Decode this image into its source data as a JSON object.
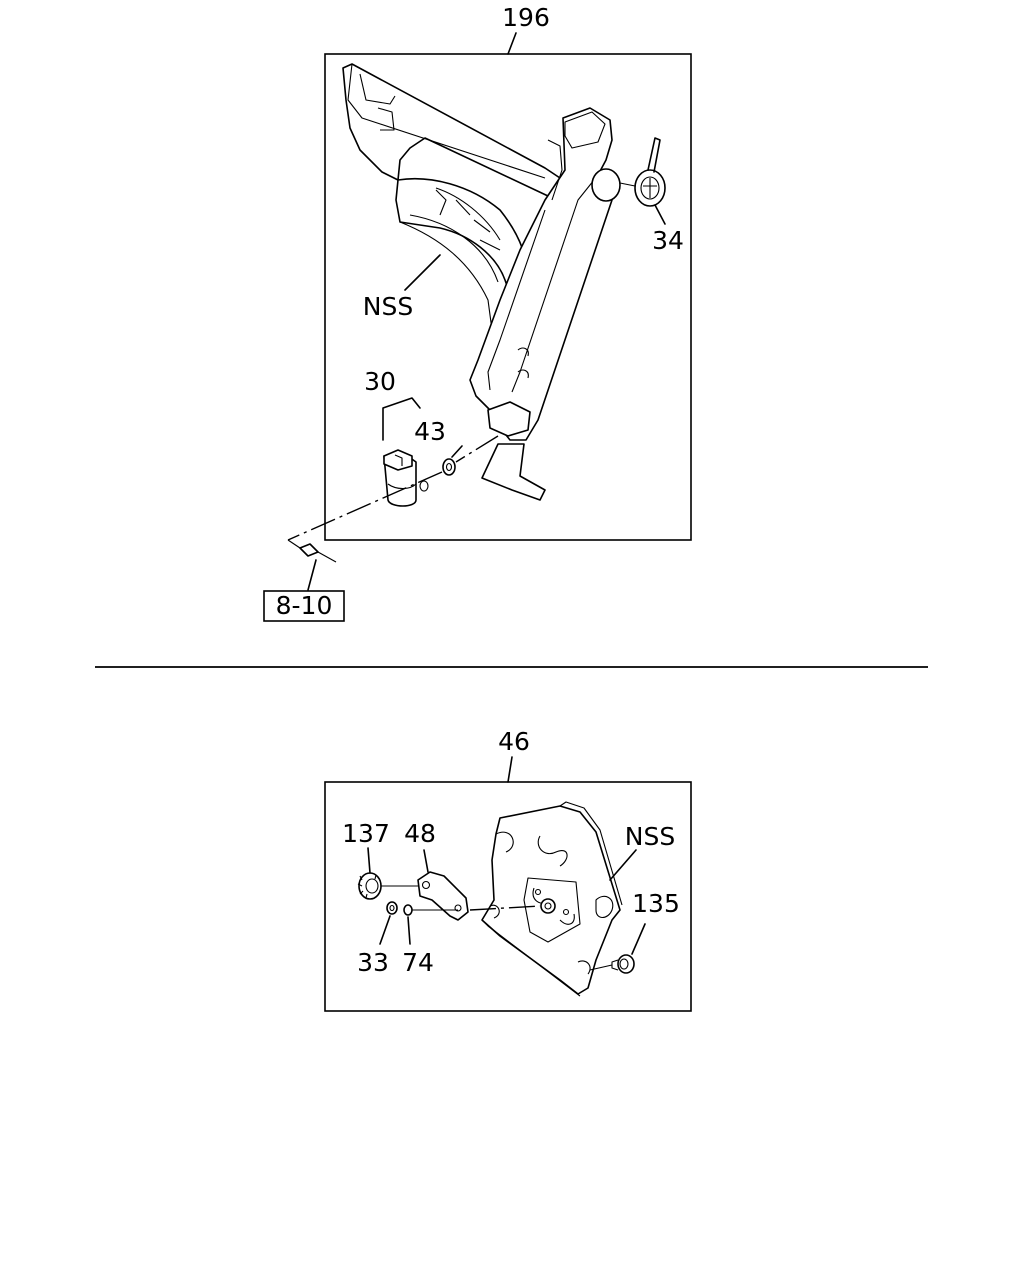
{
  "top_assembly": {
    "callout": "196",
    "labels": {
      "nss": "NSS",
      "p34": "34",
      "p30": "30",
      "p43": "43",
      "ref": "8-10"
    }
  },
  "bottom_assembly": {
    "callout": "46",
    "labels": {
      "p137": "137",
      "p48": "48",
      "nss": "NSS",
      "p135": "135",
      "p33": "33",
      "p74": "74"
    }
  }
}
